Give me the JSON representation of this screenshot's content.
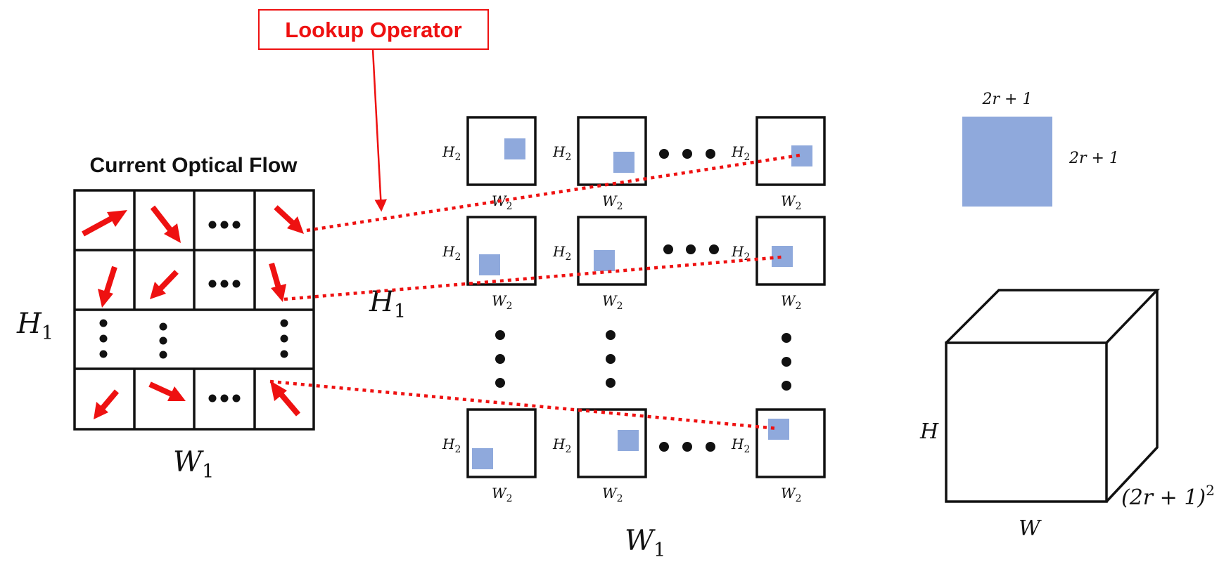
{
  "colors": {
    "accent": "#ee1111",
    "patch": "#8fa9dc",
    "ink": "#111111"
  },
  "lookup_label": "Lookup Operator",
  "flow_grid": {
    "title": "Current Optical Flow",
    "height_label": "H",
    "height_sub": "1",
    "width_label": "W",
    "width_sub": "1"
  },
  "corr_grid": {
    "height_label": "H",
    "height_sub": "1",
    "width_label": "W",
    "width_sub": "1",
    "cell_h_label": "H",
    "cell_h_sub": "2",
    "cell_w_label": "W",
    "cell_w_sub": "2"
  },
  "patch": {
    "top_label": "2r + 1",
    "side_label": "2r + 1"
  },
  "volume": {
    "height_label": "H",
    "width_label": "W",
    "depth_label": "(2r + 1)",
    "depth_sup": "2"
  }
}
